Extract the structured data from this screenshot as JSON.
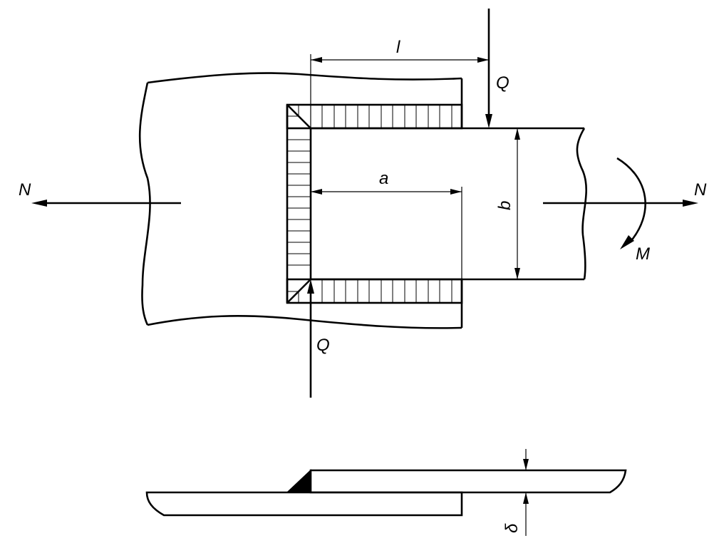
{
  "labels": {
    "N_left": "N",
    "N_right": "N",
    "Q_top": "Q",
    "Q_bottom": "Q",
    "l": "l",
    "a": "a",
    "b": "b",
    "M": "M",
    "delta": "δ"
  }
}
